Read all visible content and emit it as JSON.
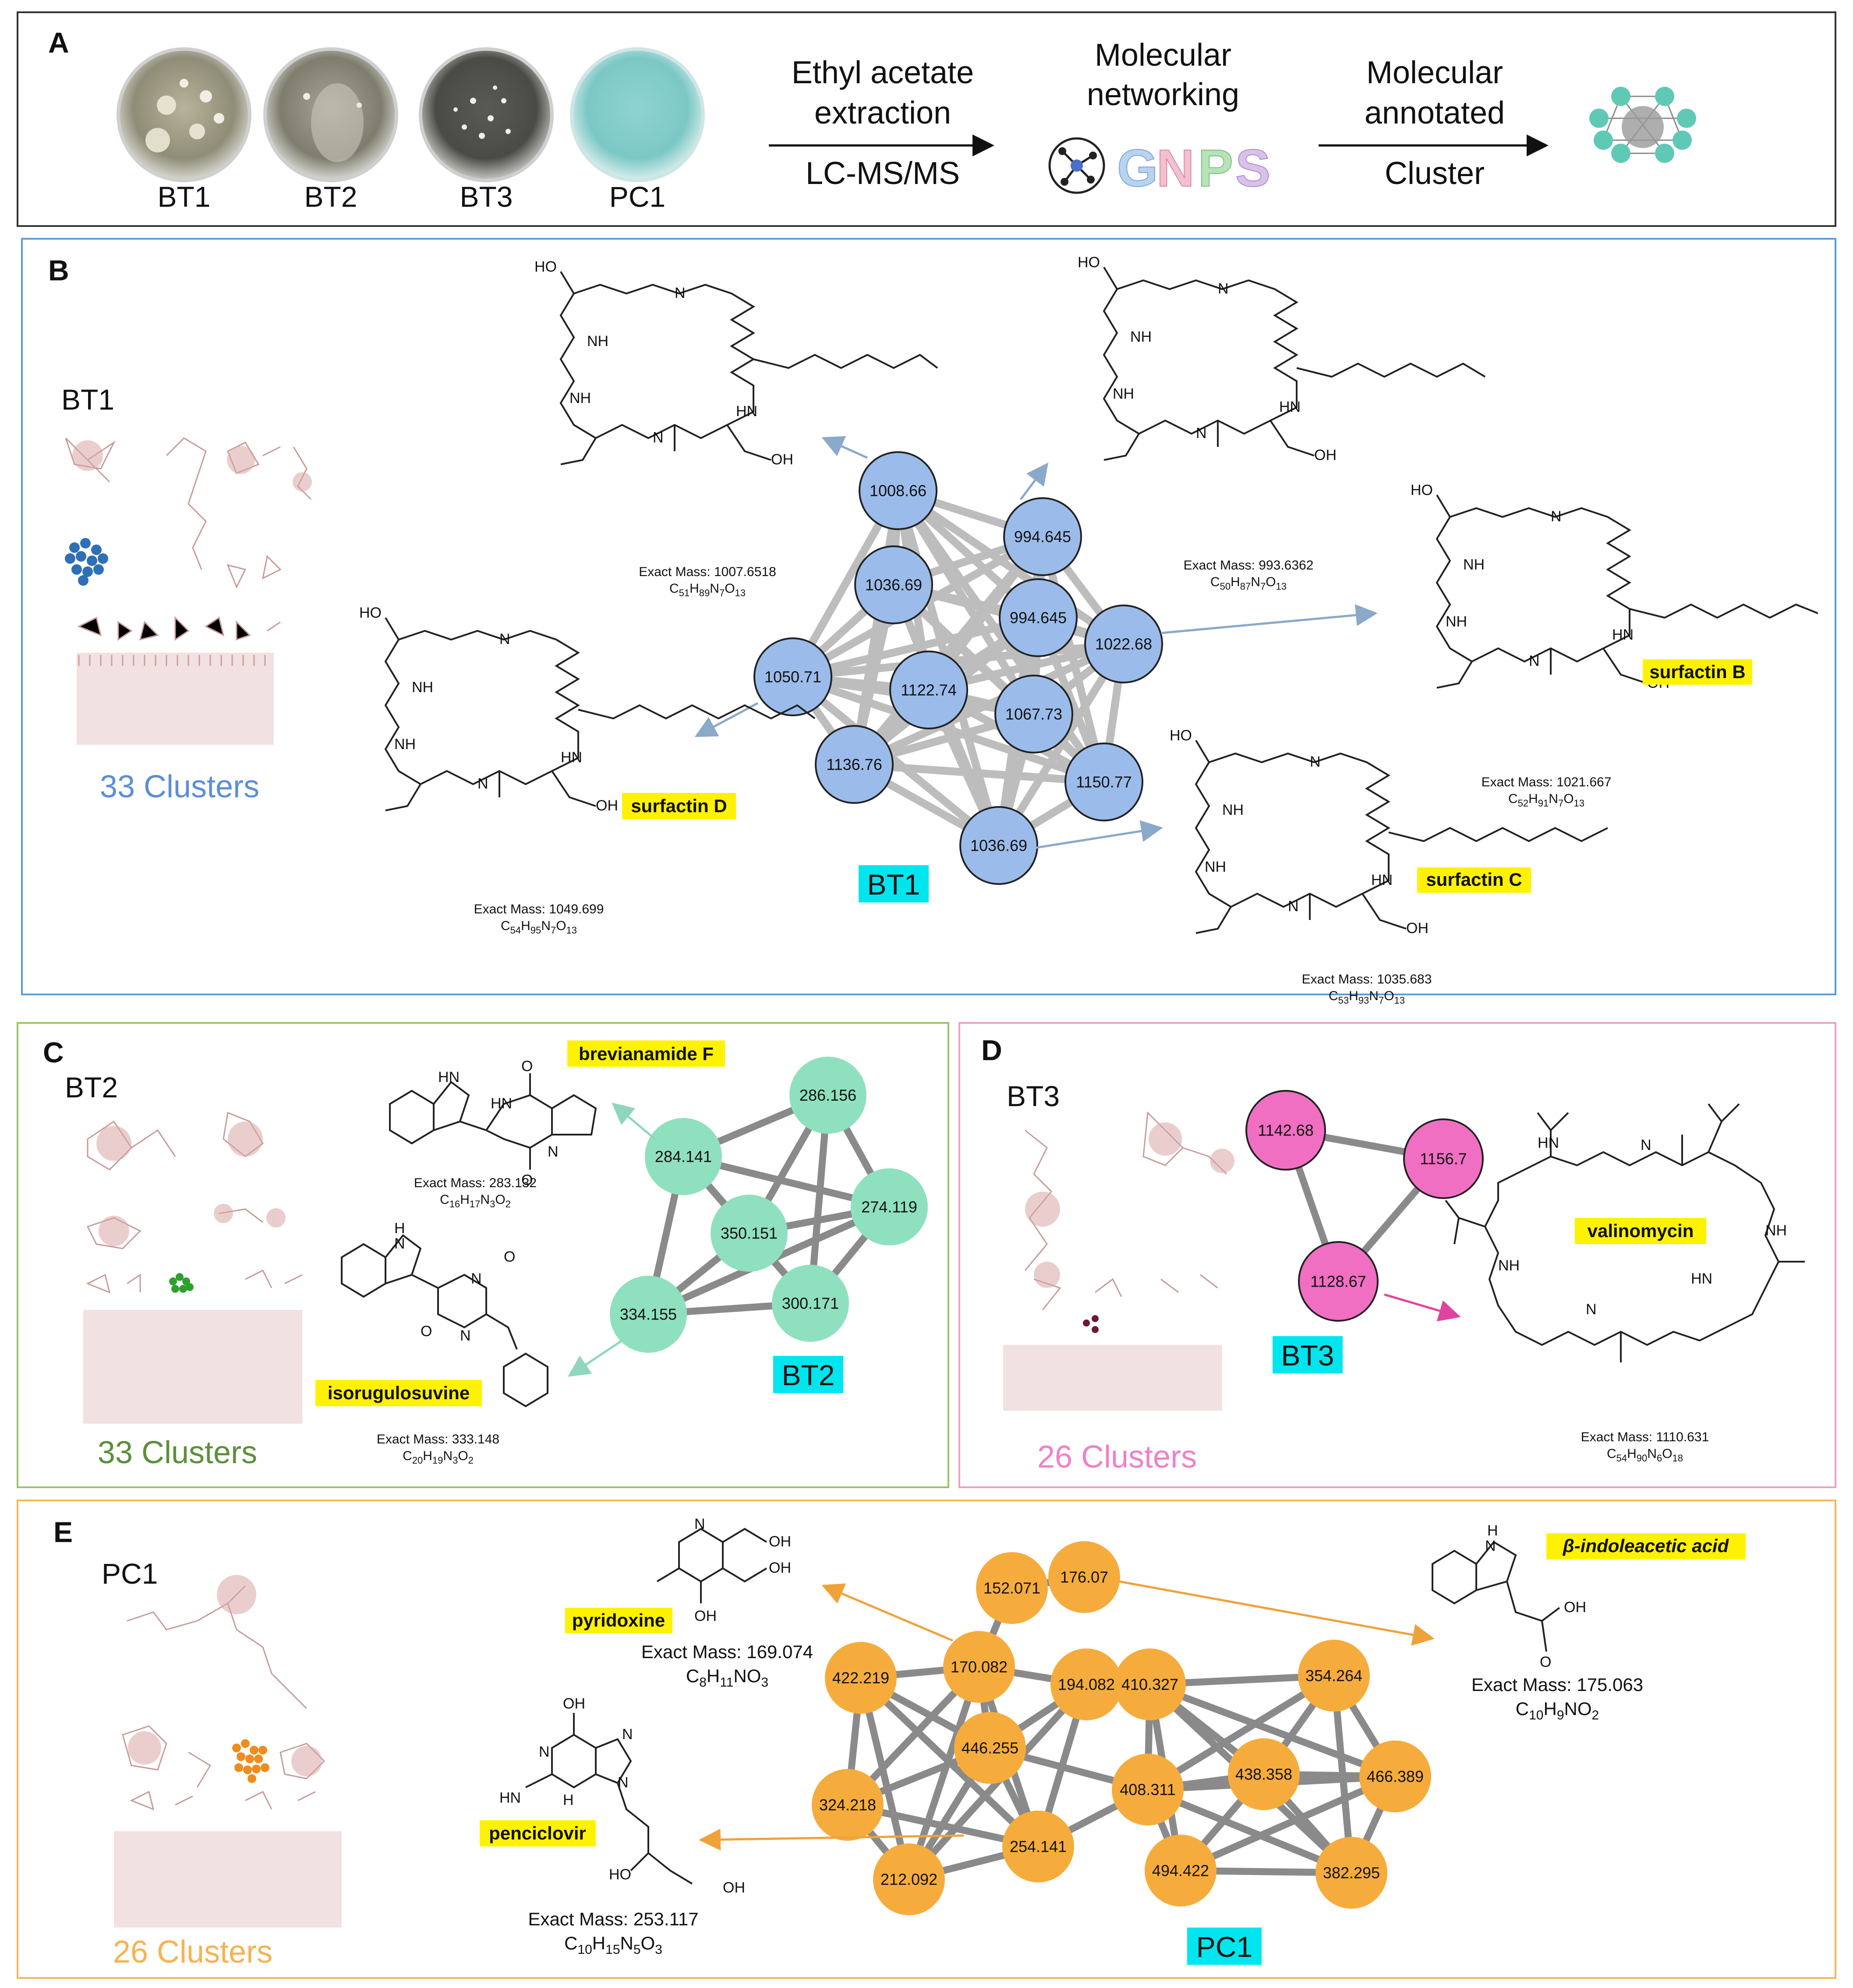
{
  "panelA": {
    "letter": "A",
    "samples": [
      "BT1",
      "BT2",
      "BT3",
      "PC1"
    ],
    "step1_top_1": "Ethyl acetate",
    "step1_top_2": "extraction",
    "step1_bottom": "LC-MS/MS",
    "step2_top_1": "Molecular",
    "step2_top_2": "networking",
    "gnps": [
      "G",
      "N",
      "P",
      "S"
    ],
    "step3_top_1": "Molecular",
    "step3_top_2": "annotated",
    "step3_bottom": "Cluster"
  },
  "panelB": {
    "letter": "B",
    "sample": "BT1",
    "clusters": "33 Clusters",
    "network_label": "BT1",
    "nodes": [
      "1008.66",
      "994.645",
      "1036.69",
      "994.645",
      "1022.68",
      "1050.71",
      "1122.74",
      "1067.73",
      "1136.76",
      "1150.77",
      "1036.69"
    ],
    "compounds": [
      {
        "name": "",
        "mass": "Exact Mass: 1007.6518",
        "formula": [
          "C",
          "51",
          "H",
          "89",
          "N",
          "7",
          "O",
          "13"
        ]
      },
      {
        "name": "",
        "mass": "Exact Mass: 993.6362",
        "formula": [
          "C",
          "50",
          "H",
          "87",
          "N",
          "7",
          "O",
          "13"
        ]
      },
      {
        "name": "surfactin B",
        "mass": "Exact Mass: 1021.667",
        "formula": [
          "C",
          "52",
          "H",
          "91",
          "N",
          "7",
          "O",
          "13"
        ]
      },
      {
        "name": "surfactin D",
        "mass": "Exact Mass: 1049.699",
        "formula": [
          "C",
          "54",
          "H",
          "95",
          "N",
          "7",
          "O",
          "13"
        ]
      },
      {
        "name": "surfactin C",
        "mass": "Exact Mass: 1035.683",
        "formula": [
          "C",
          "53",
          "H",
          "93",
          "N",
          "7",
          "O",
          "13"
        ]
      }
    ]
  },
  "panelC": {
    "letter": "C",
    "sample": "BT2",
    "clusters": "33 Clusters",
    "network_label": "BT2",
    "nodes": [
      "286.156",
      "284.141",
      "274.119",
      "350.151",
      "334.155",
      "300.171"
    ],
    "compounds": [
      {
        "name": "brevianamide F",
        "mass": "Exact Mass: 283.132",
        "formula": [
          "C",
          "16",
          "H",
          "17",
          "N",
          "3",
          "O",
          "2"
        ]
      },
      {
        "name": "isorugulosuvine",
        "mass": "Exact Mass: 333.148",
        "formula": [
          "C",
          "20",
          "H",
          "19",
          "N",
          "3",
          "O",
          "2"
        ]
      }
    ]
  },
  "panelD": {
    "letter": "D",
    "sample": "BT3",
    "clusters": "26 Clusters",
    "network_label": "BT3",
    "nodes": [
      "1142.68",
      "1156.7",
      "1128.67"
    ],
    "compounds": [
      {
        "name": "valinomycin",
        "mass": "Exact Mass: 1110.631",
        "formula": [
          "C",
          "54",
          "H",
          "90",
          "N",
          "6",
          "O",
          "18"
        ]
      }
    ]
  },
  "panelE": {
    "letter": "E",
    "sample": "PC1",
    "clusters": "26 Clusters",
    "network_label": "PC1",
    "nodes": [
      "152.071",
      "176.07",
      "422.219",
      "170.082",
      "194.082",
      "446.255",
      "324.218",
      "254.141",
      "212.092",
      "410.327",
      "354.264",
      "408.311",
      "438.358",
      "466.389",
      "494.422",
      "382.295"
    ],
    "compounds": [
      {
        "name": "pyridoxine",
        "mass": "Exact Mass: 169.074",
        "formula": [
          "C",
          "8",
          "H",
          "11",
          "N",
          "O",
          "3",
          ""
        ]
      },
      {
        "name": "β-indoleacetic acid",
        "mass": "Exact Mass: 175.063",
        "formula": [
          "C",
          "10",
          "H",
          "9",
          "N",
          "O",
          "2",
          ""
        ]
      },
      {
        "name": "penciclovir",
        "mass": "Exact Mass: 253.117",
        "formula": [
          "C",
          "10",
          "H",
          "15",
          "N",
          "5",
          "O",
          "3"
        ]
      }
    ]
  },
  "colors": {
    "bt1": "#9bbcea",
    "bt2": "#8fe0bf",
    "bt3": "#f06fc3",
    "pc1": "#f6ac3c",
    "label_bg": "#00e5ee",
    "highlight": "#fff200",
    "border_a": "#333333",
    "border_b": "#5b9bd5",
    "border_c": "#9bc26b",
    "border_d": "#e8a1c8",
    "border_e": "#f3b65c",
    "clusters_bt1": "#5b8ed6",
    "clusters_bt2": "#5c8f3c",
    "clusters_bt3": "#f080c8",
    "clusters_pc1": "#f5b350"
  }
}
